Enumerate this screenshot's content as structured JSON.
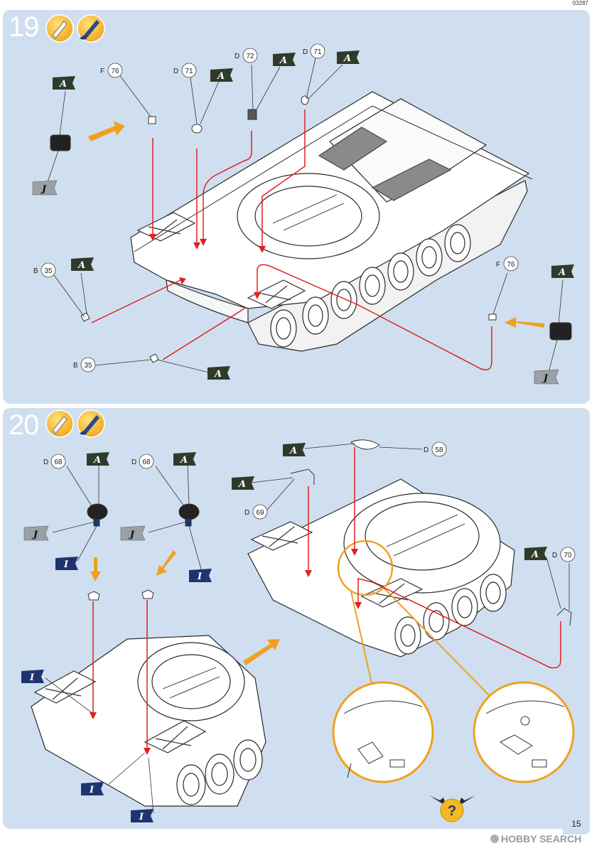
{
  "header": {
    "doc_code": "03287"
  },
  "steps": [
    {
      "number": "19",
      "refs": [
        {
          "letter": "F",
          "num": "76"
        },
        {
          "letter": "D",
          "num": "71"
        },
        {
          "letter": "D",
          "num": "72"
        },
        {
          "letter": "D",
          "num": "71"
        },
        {
          "letter": "B",
          "num": "35"
        },
        {
          "letter": "F",
          "num": "76"
        },
        {
          "letter": "B",
          "num": "35"
        }
      ]
    },
    {
      "number": "20",
      "refs": [
        {
          "letter": "D",
          "num": "68"
        },
        {
          "letter": "D",
          "num": "68"
        },
        {
          "letter": "D",
          "num": "58"
        },
        {
          "letter": "D",
          "num": "69"
        },
        {
          "letter": "D",
          "num": "70"
        }
      ]
    }
  ],
  "flags": {
    "paint_a": "A",
    "paint_j": "J",
    "paint_i": "I"
  },
  "help_symbol": "?",
  "footer": {
    "page_number": "15",
    "watermark": "HOBBY SEARCH"
  },
  "colors": {
    "panel_bg": "#cfdff0",
    "arrow_orange": "#f0a020",
    "leader_red": "#e02020",
    "flag_dark": "#2f3b2a",
    "flag_grey": "#9aa0a4",
    "flag_navy": "#1e3470"
  }
}
